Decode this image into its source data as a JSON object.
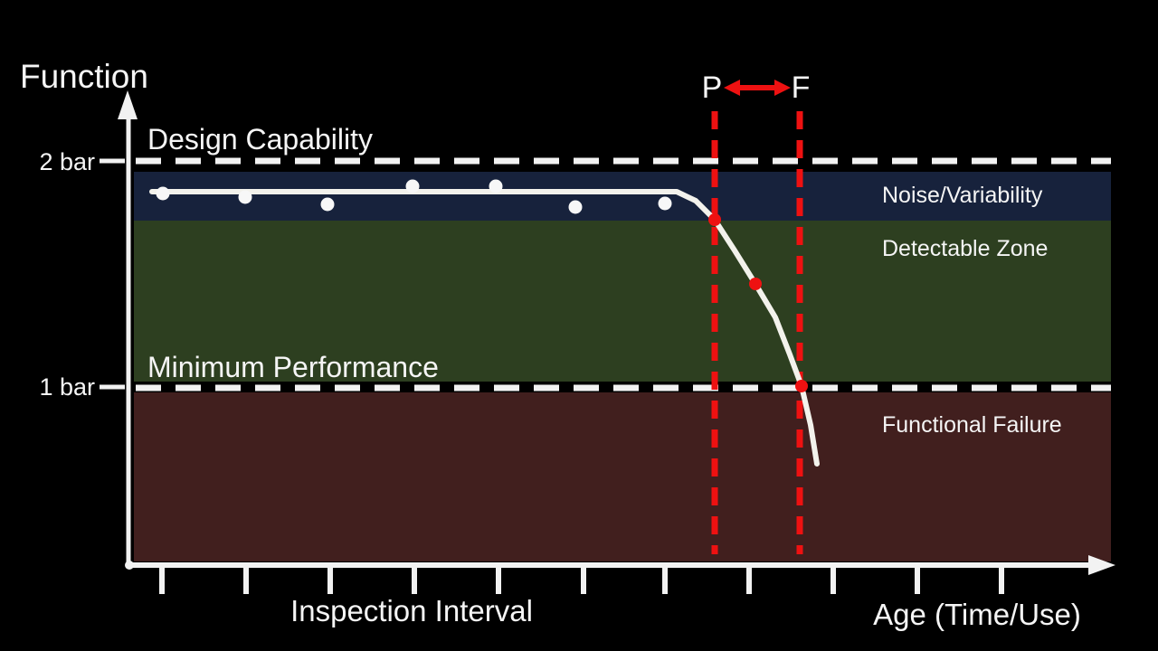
{
  "labels": {
    "y_axis": "Function",
    "x_axis": "Age (Time/Use)",
    "inspection_interval": "Inspection Interval",
    "design_capability": "Design Capability",
    "minimum_performance": "Minimum Performance",
    "tick_2bar": "2 bar",
    "tick_1bar": "1 bar",
    "p_marker": "P",
    "f_marker": "F"
  },
  "zones": [
    {
      "id": "noise",
      "label": "Noise/Variability"
    },
    {
      "id": "detectable",
      "label": "Detectable Zone"
    },
    {
      "id": "failure",
      "label": "Functional Failure"
    }
  ],
  "colors": {
    "background": "#000000",
    "axis": "#f2f2f2",
    "text": "#f5f5f5",
    "curve": "#f3f2ec",
    "white_dot": "#f7f7f7",
    "accent_red": "#ee1111",
    "zone_noise": "#17223c",
    "zone_detectable": "#2d3f20",
    "zone_failure": "#411f1e"
  },
  "chart_data": {
    "type": "line",
    "title": "",
    "xlabel": "Age (Time/Use)",
    "ylabel": "Function",
    "x_annotation": "Inspection Interval",
    "grid": false,
    "legend": false,
    "yticks": [
      {
        "label": "2 bar",
        "value_bar": 2
      },
      {
        "label": "1 bar",
        "value_bar": 1
      }
    ],
    "x_tick_count": 11,
    "reference_lines": [
      {
        "label": "Design Capability",
        "value_bar": 2,
        "style": "dashed-white"
      },
      {
        "label": "Minimum Performance",
        "value_bar": 1,
        "style": "dashed-white"
      }
    ],
    "zones_bar": [
      {
        "label": "Noise/Variability",
        "from_bar": 1.74,
        "to_bar": 1.95
      },
      {
        "label": "Detectable Zone",
        "from_bar": 1.03,
        "to_bar": 1.74
      },
      {
        "label": "Functional Failure",
        "from_bar": 0.25,
        "to_bar": 0.98
      }
    ],
    "series": [
      {
        "name": "equipment-condition-curve",
        "units": {
          "x": "age-ticks",
          "y": "bar"
        },
        "points": [
          [
            0.9,
            1.86
          ],
          [
            7.0,
            1.86
          ],
          [
            7.6,
            1.74
          ],
          [
            8.07,
            1.46
          ],
          [
            8.6,
            1.0
          ],
          [
            8.8,
            0.65
          ]
        ]
      }
    ],
    "scatter_points_bar": [
      [
        1.0,
        1.86
      ],
      [
        2.0,
        1.84
      ],
      [
        3.0,
        1.81
      ],
      [
        4.0,
        1.89
      ],
      [
        5.0,
        1.89
      ],
      [
        5.9,
        1.8
      ],
      [
        7.0,
        1.81
      ]
    ],
    "markers": [
      {
        "label": "P",
        "x_ticks": 7.6,
        "value_bar": 1.74
      },
      {
        "label": "",
        "x_ticks": 8.07,
        "value_bar": 1.46
      },
      {
        "label": "F",
        "x_ticks": 8.6,
        "value_bar": 1.0
      }
    ],
    "pixel_geometry": {
      "plot": {
        "band_left": 148,
        "band_right": 1228,
        "axis_x": 142,
        "axis_y": 625
      },
      "y_2bar": 178,
      "y_1bar": 429,
      "bands": [
        {
          "id": "noise",
          "y": 190,
          "h": 54
        },
        {
          "id": "detectable",
          "y": 244,
          "h": 178
        },
        {
          "id": "failure",
          "y": 434,
          "h": 187
        }
      ],
      "x_ticks": [
        179,
        272,
        365,
        458,
        551,
        645,
        735,
        828,
        921,
        1014,
        1107
      ],
      "tick_top": 628,
      "tick_bottom": 657,
      "curve": [
        [
          168,
          212
        ],
        [
          748,
          212
        ],
        [
          769,
          222
        ],
        [
          790,
          243
        ],
        [
          812,
          277
        ],
        [
          835,
          314
        ],
        [
          857,
          351
        ],
        [
          873,
          392
        ],
        [
          886,
          427
        ],
        [
          896,
          470
        ],
        [
          903,
          513
        ]
      ],
      "white_dots": [
        [
          180,
          214
        ],
        [
          271,
          218
        ],
        [
          362,
          226
        ],
        [
          456,
          206
        ],
        [
          548,
          206
        ],
        [
          636,
          229
        ],
        [
          735,
          225
        ]
      ],
      "white_dot_r": 7.5,
      "red_dots": [
        [
          790,
          243
        ],
        [
          835,
          314
        ],
        [
          886,
          427
        ]
      ],
      "red_dot_r": 7,
      "p_line_x": 790,
      "f_line_x": 884,
      "marker_line_top": 123,
      "marker_line_bottom": 613
    }
  }
}
